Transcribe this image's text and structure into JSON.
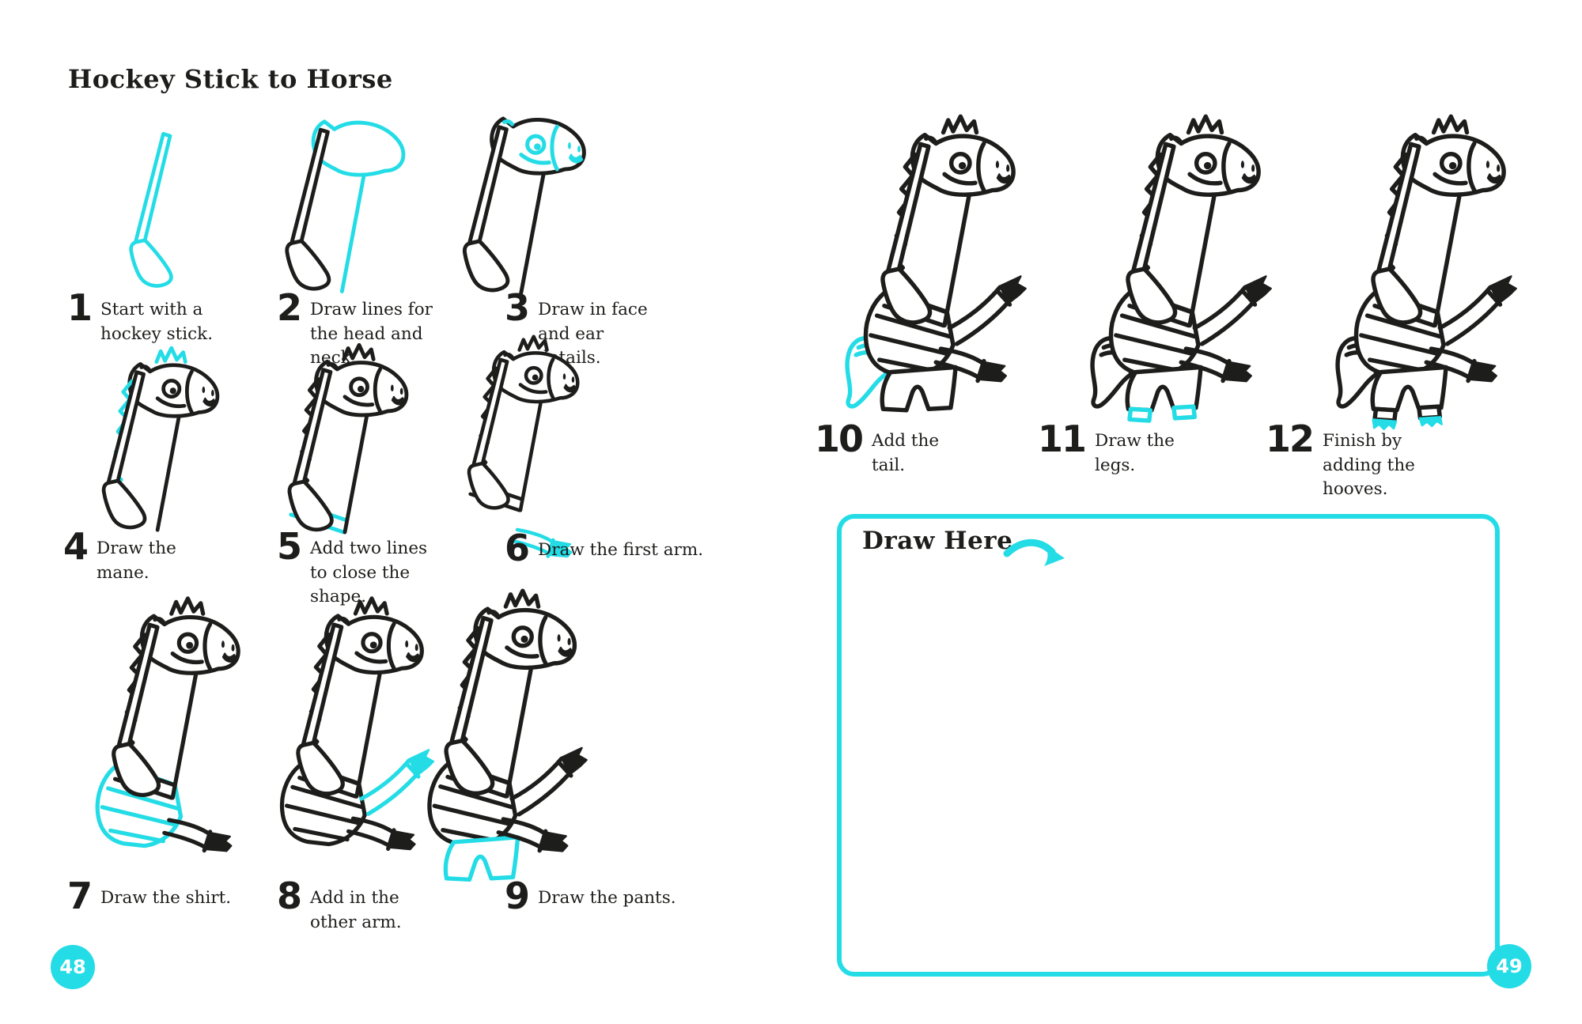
{
  "page": {
    "title": "Hockey Stick to Horse",
    "left_page_number": "48",
    "right_page_number": "49",
    "accent_color": "#23dce6",
    "ink_color": "#1d1d1b"
  },
  "draw_here": {
    "label": "Draw Here"
  },
  "steps": [
    {
      "number": "1",
      "caption": "Start with a hockey stick.",
      "figure_parts": [
        "hockey-stick"
      ],
      "new_part": "hockey-stick"
    },
    {
      "number": "2",
      "caption": "Draw lines for the head and neck.",
      "figure_parts": [
        "hockey-stick",
        "head-and-neck"
      ],
      "new_part": "head-and-neck"
    },
    {
      "number": "3",
      "caption": "Draw in face and ear details.",
      "figure_parts": [
        "hockey-stick",
        "head-and-neck",
        "face-details"
      ],
      "new_part": "face-details"
    },
    {
      "number": "4",
      "caption": "Draw the mane.",
      "figure_parts": [
        "hockey-stick",
        "head-and-neck",
        "face-details",
        "mane"
      ],
      "new_part": "mane"
    },
    {
      "number": "5",
      "caption": "Add two lines to close the shape.",
      "figure_parts": [
        "hockey-stick",
        "head-and-neck",
        "face-details",
        "mane",
        "close-lines"
      ],
      "new_part": "close-lines"
    },
    {
      "number": "6",
      "caption": "Draw the first arm.",
      "figure_parts": [
        "hockey-stick",
        "head-and-neck",
        "face-details",
        "mane",
        "close-lines",
        "first-arm"
      ],
      "new_part": "first-arm"
    },
    {
      "number": "7",
      "caption": "Draw the shirt.",
      "figure_parts": [
        "hockey-stick",
        "head-and-neck",
        "face-details",
        "mane",
        "close-lines",
        "first-arm",
        "shirt"
      ],
      "new_part": "shirt"
    },
    {
      "number": "8",
      "caption": "Add in the other arm.",
      "figure_parts": [
        "hockey-stick",
        "head-and-neck",
        "face-details",
        "mane",
        "close-lines",
        "first-arm",
        "shirt",
        "other-arm"
      ],
      "new_part": "other-arm"
    },
    {
      "number": "9",
      "caption": "Draw the pants.",
      "figure_parts": [
        "hockey-stick",
        "head-and-neck",
        "face-details",
        "mane",
        "close-lines",
        "first-arm",
        "shirt",
        "other-arm",
        "pants"
      ],
      "new_part": "pants"
    },
    {
      "number": "10",
      "caption": "Add the tail.",
      "figure_parts": [
        "hockey-stick",
        "head-and-neck",
        "face-details",
        "mane",
        "close-lines",
        "first-arm",
        "shirt",
        "other-arm",
        "pants",
        "tail"
      ],
      "new_part": "tail"
    },
    {
      "number": "11",
      "caption": "Draw the legs.",
      "figure_parts": [
        "hockey-stick",
        "head-and-neck",
        "face-details",
        "mane",
        "close-lines",
        "first-arm",
        "shirt",
        "other-arm",
        "pants",
        "tail",
        "legs"
      ],
      "new_part": "legs"
    },
    {
      "number": "12",
      "caption": "Finish by adding the hooves.",
      "figure_parts": [
        "hockey-stick",
        "head-and-neck",
        "face-details",
        "mane",
        "close-lines",
        "first-arm",
        "shirt",
        "other-arm",
        "pants",
        "tail",
        "legs",
        "hooves"
      ],
      "new_part": "hooves"
    }
  ]
}
